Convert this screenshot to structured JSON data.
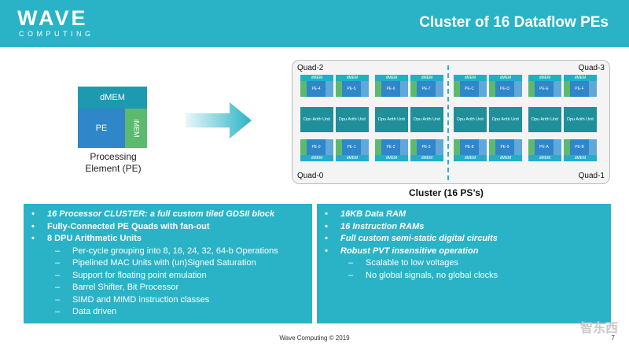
{
  "header": {
    "logo_text": "WAVE",
    "logo_sub": "COMPUTING",
    "title": "Cluster of 16 Dataflow PEs"
  },
  "pe_diagram": {
    "dmem": "dMEM",
    "pe": "PE",
    "imem": "iMEM",
    "caption_line1": "Processing",
    "caption_line2": "Element (PE)"
  },
  "cluster": {
    "quads": [
      "Quad-2",
      "Quad-3",
      "Quad-0",
      "Quad-1"
    ],
    "top_row_pes": [
      "PE-4",
      "PE-5",
      "PE-6",
      "PE-7",
      "PE-C",
      "PE-D",
      "PE-E",
      "PE-F"
    ],
    "bottom_row_pes": [
      "PE-0",
      "PE-1",
      "PE-2",
      "PE-3",
      "PE-8",
      "PE-9",
      "PE-A",
      "PE-B"
    ],
    "mem_label": "dMEM",
    "dpu_label": "Dpu Arith Unit",
    "caption": "Cluster (16 PS’s)"
  },
  "left_box": [
    {
      "level": 1,
      "style": "bi",
      "text": "16 Processor CLUSTER: a full custom tiled GDSII block"
    },
    {
      "level": 1,
      "style": "b",
      "text": "Fully-Connected PE Quads with fan-out"
    },
    {
      "level": 1,
      "style": "b",
      "text": "8 DPU Arithmetic Units"
    },
    {
      "level": 2,
      "style": "",
      "text": "Per-cycle grouping into 8, 16, 24, 32, 64-b Operations"
    },
    {
      "level": 2,
      "style": "",
      "text": "Pipelined MAC Units with (un)Signed Saturation"
    },
    {
      "level": 2,
      "style": "",
      "text": "Support for floating point emulation"
    },
    {
      "level": 2,
      "style": "",
      "text": "Barrel Shifter, Bit Processor"
    },
    {
      "level": 2,
      "style": "",
      "text": "SIMD and MIMD instruction classes"
    },
    {
      "level": 2,
      "style": "",
      "text": "Data driven"
    }
  ],
  "right_box": [
    {
      "level": 1,
      "style": "bi",
      "text": "16KB Data RAM"
    },
    {
      "level": 1,
      "style": "bi",
      "text": "16 Instruction RAMs"
    },
    {
      "level": 1,
      "style": "bi",
      "text": "Full custom semi-static digital circuits"
    },
    {
      "level": 1,
      "style": "bi",
      "text": "Robust PVT insensitive operation"
    },
    {
      "level": 2,
      "style": "",
      "text": "Scalable to low voltages"
    },
    {
      "level": 2,
      "style": "",
      "text": "No global signals, no global clocks"
    }
  ],
  "footer": {
    "copyright": "Wave Computing © 2019",
    "page": "7",
    "watermark": "智东西"
  },
  "colors": {
    "accent": "#2ab3c7",
    "pe_blue": "#2f86c9",
    "imem_green": "#5cba6f",
    "dpu_teal": "#1f8f9a"
  }
}
